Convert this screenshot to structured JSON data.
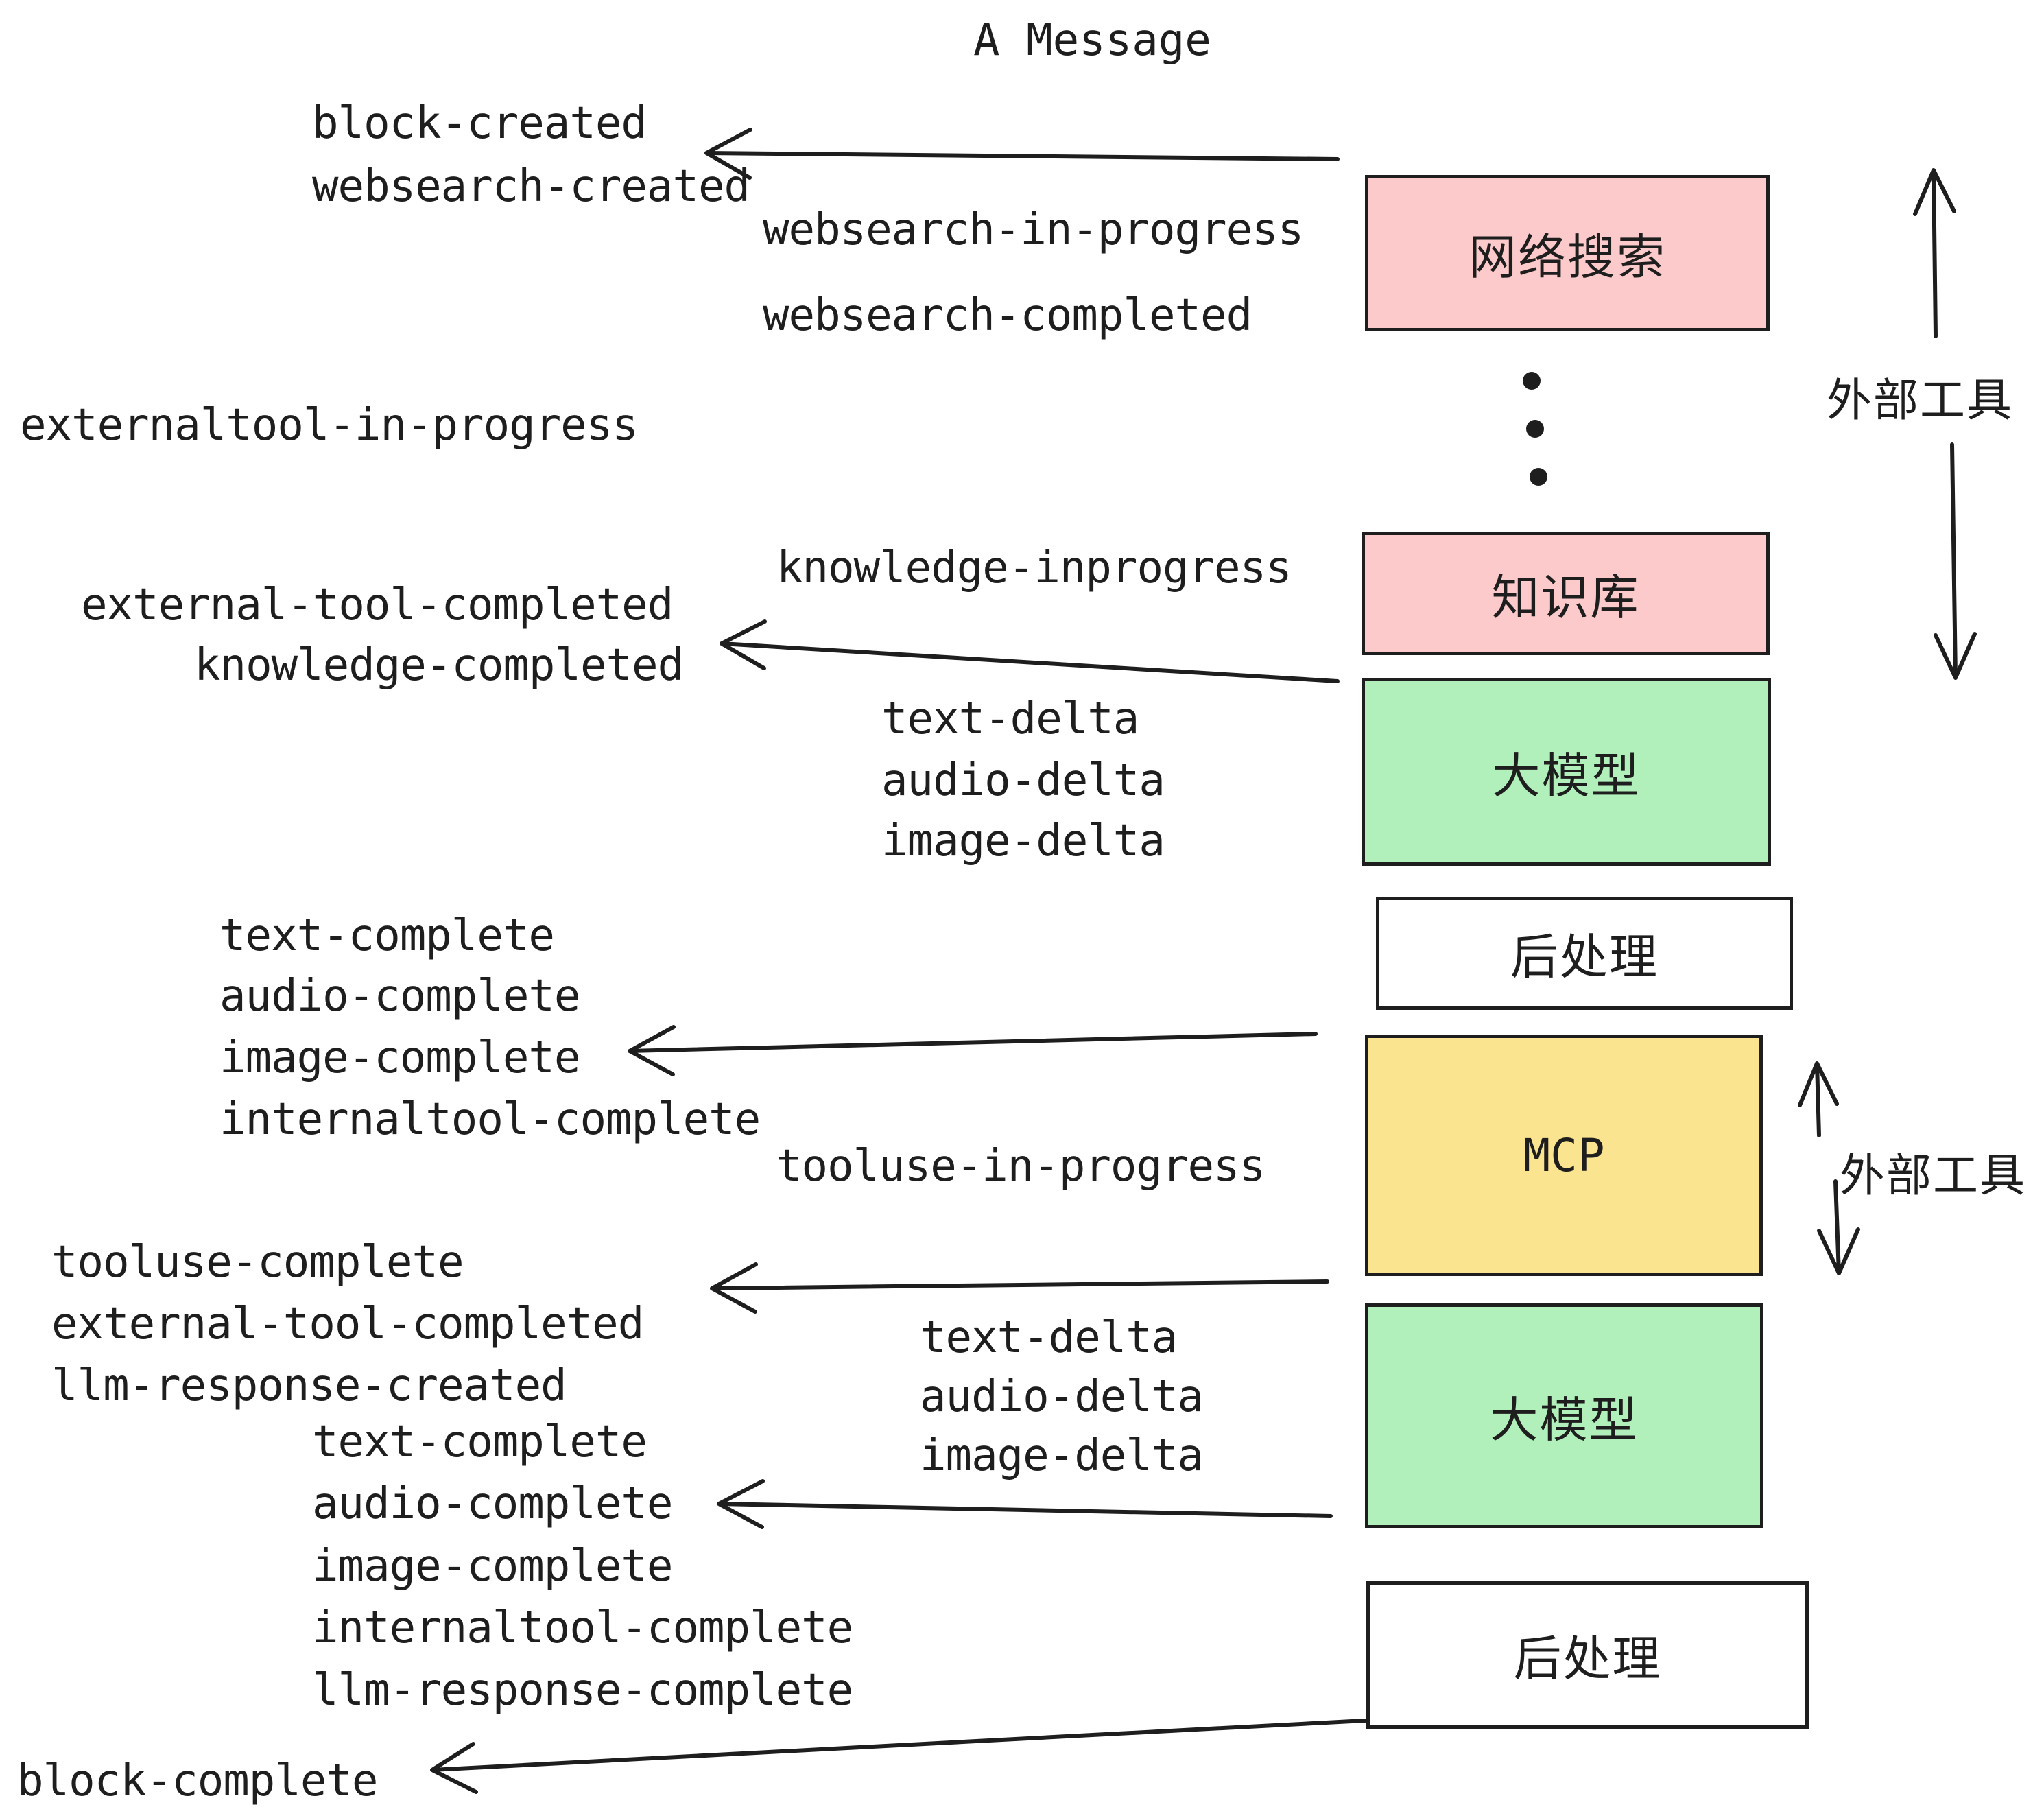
{
  "title": "A Message",
  "palette": {
    "pink": "#FCCACA",
    "green": "#B2F0BB",
    "yellow": "#FAE48F",
    "white": "#FFFFFF",
    "ink": "#1E1E1E"
  },
  "boxes": {
    "websearch": {
      "label": "网络搜索",
      "fill": "#FCCACA"
    },
    "knowledge": {
      "label": "知识库",
      "fill": "#FCCACA"
    },
    "llm1": {
      "label": "大模型",
      "fill": "#B2F0BB"
    },
    "post1": {
      "label": "后处理",
      "fill": "#FFFFFF"
    },
    "mcp": {
      "label": "MCP",
      "fill": "#FAE48F"
    },
    "llm2": {
      "label": "大模型",
      "fill": "#B2F0BB"
    },
    "post2": {
      "label": "后处理",
      "fill": "#FFFFFF"
    }
  },
  "side_annotations": {
    "top": {
      "label": "外部工具"
    },
    "middle": {
      "label": "外部工具"
    }
  },
  "events": {
    "block_created": "block-created",
    "websearch_created": "websearch-created",
    "websearch_in_progress": "websearch-in-progress",
    "websearch_completed": "websearch-completed",
    "externaltool_in_progress": "externaltool-in-progress",
    "knowledge_inprogress": "knowledge-inprogress",
    "external_tool_completed_1": "external-tool-completed",
    "knowledge_completed": "knowledge-completed",
    "text_delta_1": "text-delta",
    "audio_delta_1": "audio-delta",
    "image_delta_1": "image-delta",
    "text_complete_1": "text-complete",
    "audio_complete_1": "audio-complete",
    "image_complete_1": "image-complete",
    "internaltool_complete_1": "internaltool-complete",
    "tooluse_in_progress": "tooluse-in-progress",
    "tooluse_complete": "tooluse-complete",
    "external_tool_completed_2": "external-tool-completed",
    "llm_response_created": "llm-response-created",
    "text_complete_2": "text-complete",
    "audio_complete_2": "audio-complete",
    "image_complete_2": "image-complete",
    "internaltool_complete_2": "internaltool-complete",
    "llm_response_complete": "llm-response-complete",
    "text_delta_2": "text-delta",
    "audio_delta_2": "audio-delta",
    "image_delta_2": "image-delta",
    "block_complete": "block-complete"
  }
}
